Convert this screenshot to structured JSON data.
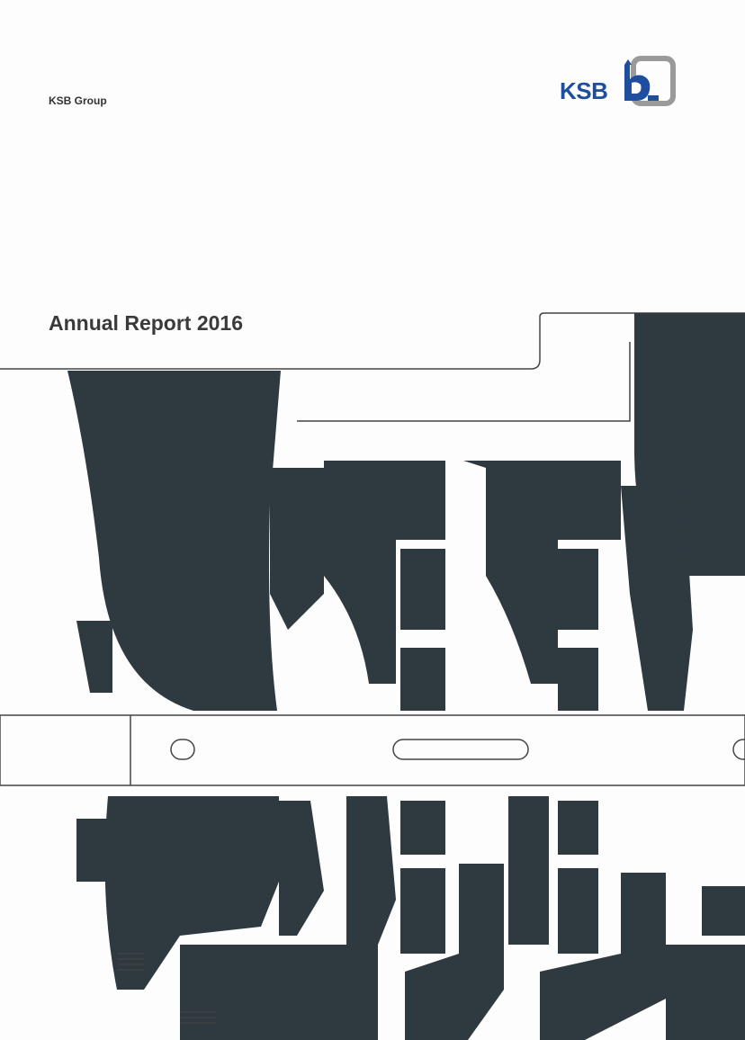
{
  "header": {
    "group_label": "KSB Group",
    "logo_text": "KSB"
  },
  "cover": {
    "title": "Annual Report 2016"
  },
  "colors": {
    "brand_blue": "#1f4e9e",
    "logo_gray": "#9a9a9a",
    "illustration_dark": "#2e3940"
  },
  "illustration": {
    "subject": "pump-cross-section-icon"
  }
}
